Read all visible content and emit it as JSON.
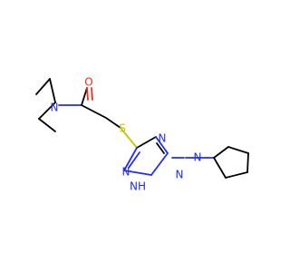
{
  "atoms": {
    "oxygen": "O",
    "amide_nitrogen": "N",
    "sulfur": "S",
    "triazole_nitrogen_top": "N",
    "triazole_nitrogen_left": "N",
    "triazole_nh": "NH",
    "hydrazone_nitrogen_1": "N",
    "hydrazone_nitrogen_2": "N"
  },
  "colors": {
    "bond": "#000000",
    "nitrogen": "#1f2cff",
    "oxygen": "#ff2a12",
    "sulfur": "#c7c400",
    "background": "#ffffff"
  }
}
